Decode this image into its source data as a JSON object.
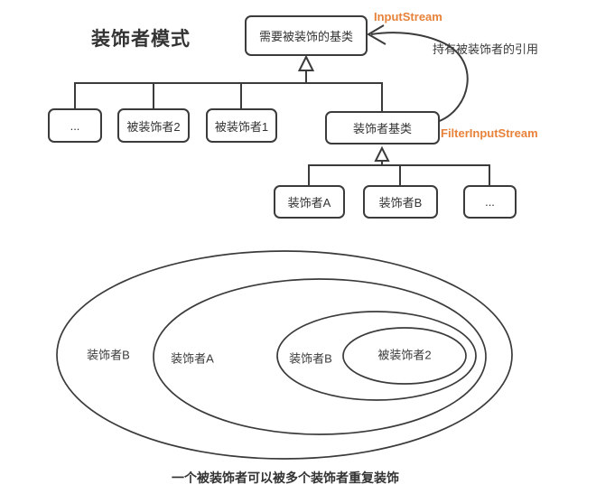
{
  "title": "装饰者模式",
  "class_diagram": {
    "base_box": "需要被装饰的基类",
    "row2": {
      "dots": "...",
      "decorated2": "被装饰者2",
      "decorated1": "被装饰者1",
      "decorator_base": "装饰者基类"
    },
    "row3": {
      "decoratorA": "装饰者A",
      "decoratorB": "装饰者B",
      "dots": "..."
    },
    "annotations": {
      "input_stream": "InputStream",
      "filter_input_stream": "FilterInputStream",
      "holds_reference": "持有被装饰者的引用"
    }
  },
  "ellipse_diagram": {
    "labels": {
      "outer": "装饰者B",
      "second": "装饰者A",
      "third": "装饰者B",
      "inner": "被装饰者2"
    },
    "caption": "一个被装饰者可以被多个装饰者重复装饰"
  },
  "colors": {
    "accent_orange": "#e8823a",
    "line": "#3b3b3b",
    "text": "#333333",
    "background": "#ffffff"
  }
}
